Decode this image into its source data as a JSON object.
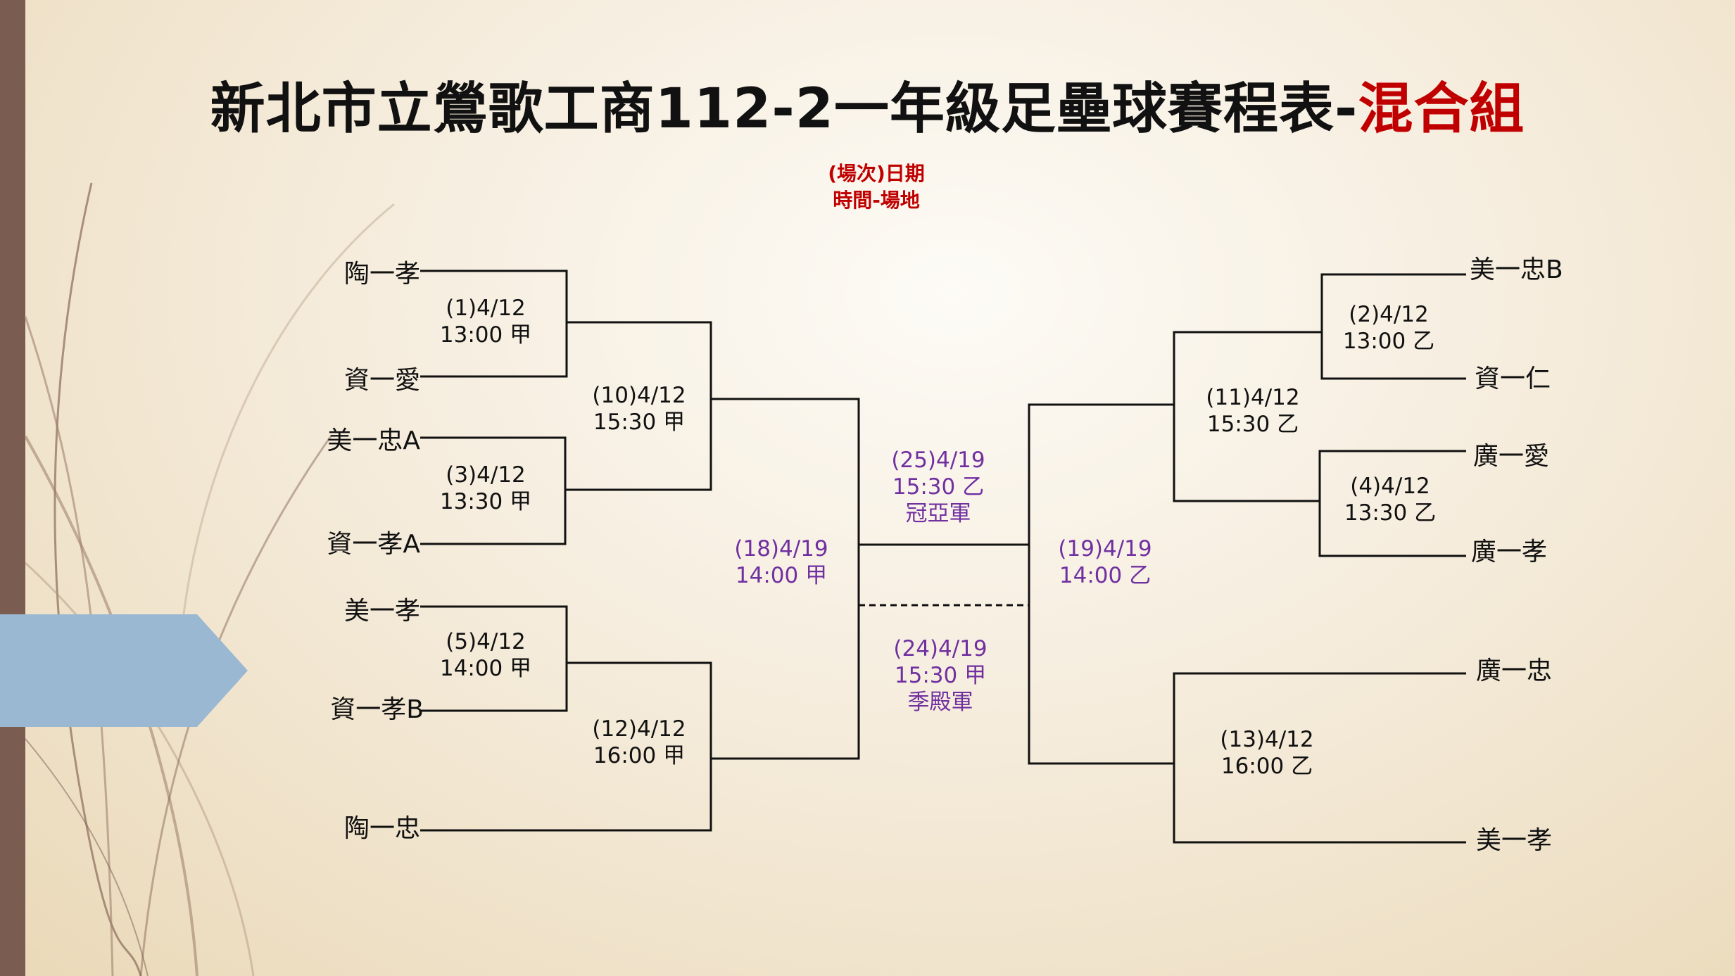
{
  "title": {
    "main": "新北市立鶯歌工商112-2一年級足壘球賽程表-",
    "accent": "混合組"
  },
  "legend": {
    "line1": "(場次)日期",
    "line2": "時間-場地"
  },
  "teams_left": [
    "陶一孝",
    "資一愛",
    "美一忠A",
    "資一孝A",
    "美一孝",
    "資一孝B",
    "陶一忠"
  ],
  "teams_right": [
    "美一忠B",
    "資一仁",
    "廣一愛",
    "廣一孝",
    "廣一忠",
    "美一孝"
  ],
  "matches": {
    "m1": {
      "line1": "(1)4/12",
      "line2": "13:00 甲"
    },
    "m3": {
      "line1": "(3)4/12",
      "line2": "13:30 甲"
    },
    "m5": {
      "line1": "(5)4/12",
      "line2": "14:00 甲"
    },
    "m10": {
      "line1": "(10)4/12",
      "line2": "15:30 甲"
    },
    "m12": {
      "line1": "(12)4/12",
      "line2": "16:00 甲"
    },
    "m18": {
      "line1": "(18)4/19",
      "line2": "14:00 甲"
    },
    "m2": {
      "line1": "(2)4/12",
      "line2": "13:00 乙"
    },
    "m4": {
      "line1": "(4)4/12",
      "line2": "13:30 乙"
    },
    "m11": {
      "line1": "(11)4/12",
      "line2": "15:30 乙"
    },
    "m13": {
      "line1": "(13)4/12",
      "line2": "16:00 乙"
    },
    "m19": {
      "line1": "(19)4/19",
      "line2": "14:00 乙"
    },
    "m25": {
      "line1": "(25)4/19",
      "line2": "15:30 乙",
      "line3": "冠亞軍"
    },
    "m24": {
      "line1": "(24)4/19",
      "line2": "15:30 甲",
      "line3": "季殿軍"
    }
  },
  "colors": {
    "accent": "#c00000",
    "finals": "#7030a0",
    "left_bar": "#7a5c50",
    "arrow_tab": "#9bb8d3"
  }
}
